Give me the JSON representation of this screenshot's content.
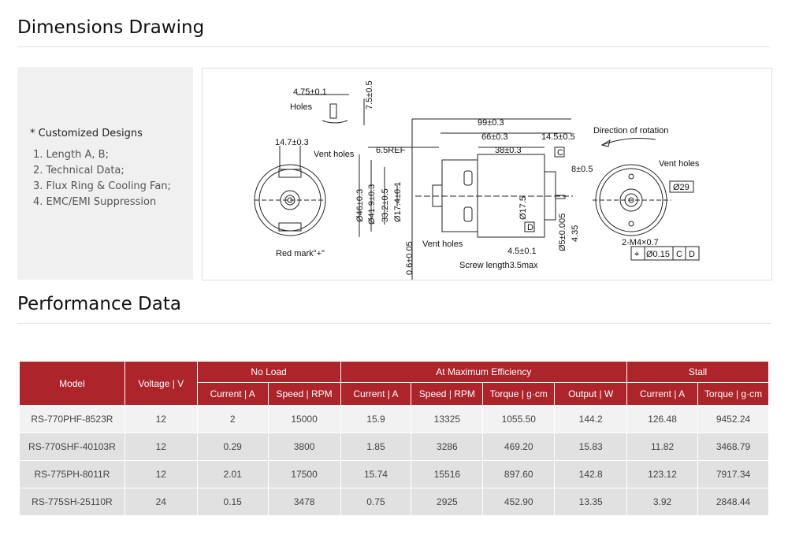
{
  "dimensions": {
    "title": "Dimensions Drawing",
    "custom_title": "* Customized Designs",
    "custom_items": [
      "1. Length A, B;",
      "2. Technical Data;",
      "3. Flux Ring & Cooling Fan;",
      "4. EMC/EMI Suppression"
    ],
    "drawing_labels": {
      "l1": "4.75±0.1",
      "l2": "7.5±0.5",
      "l3": "Holes",
      "l4": "99±0.3",
      "l5": "66±0.3",
      "l6": "14.5±0.5",
      "l7": "Direction of rotation",
      "l8": "6.5REF",
      "l9": "38±0.3",
      "l10": "C",
      "l11": "14.7±0.3",
      "l12": "Vent holes",
      "l13": "Vent holes",
      "l14": "8±0.5",
      "l15": "Ø29",
      "l16": "Ø46±0.3",
      "l17": "Ø41.9±0.3",
      "l18": "33.2±0.5",
      "l19": "Ø17.4±0.1",
      "l20": "Ø17.5",
      "l21": "Ø5±0.005",
      "l22": "4.35",
      "l23": "0.6±0.05",
      "l24": "Vent holes",
      "l25": "D",
      "l26": "Red mark\"+\"",
      "l27": "4.5±0.1",
      "l28": "2-M4×0.7",
      "l29": "Ø0.15",
      "l30": "C",
      "l31": "D",
      "l32": "Screw length3.5max"
    }
  },
  "performance": {
    "title": "Performance Data",
    "groups": {
      "model": "Model",
      "voltage": "Voltage | V",
      "no_load": "No Load",
      "max_eff": "At Maximum Efficiency",
      "stall": "Stall"
    },
    "subheaders": [
      "Current | A",
      "Speed | RPM",
      "Current | A",
      "Speed | RPM",
      "Torque | g·cm",
      "Output | W",
      "Current | A",
      "Torque | g·cm"
    ],
    "rows": [
      [
        "RS-770PHF-8523R",
        "12",
        "2",
        "15000",
        "15.9",
        "13325",
        "1055.50",
        "144.2",
        "126.48",
        "9452.24"
      ],
      [
        "RS-770SHF-40103R",
        "12",
        "0.29",
        "3800",
        "1.85",
        "3286",
        "469.20",
        "15.83",
        "11.82",
        "3468.79"
      ],
      [
        "RS-775PH-8011R",
        "12",
        "2.01",
        "17500",
        "15.74",
        "15516",
        "897.60",
        "142.8",
        "123.12",
        "7917.34"
      ],
      [
        "RS-775SH-25110R",
        "24",
        "0.15",
        "3478",
        "0.75",
        "2925",
        "452.90",
        "13.35",
        "3.92",
        "2848.44"
      ]
    ]
  }
}
